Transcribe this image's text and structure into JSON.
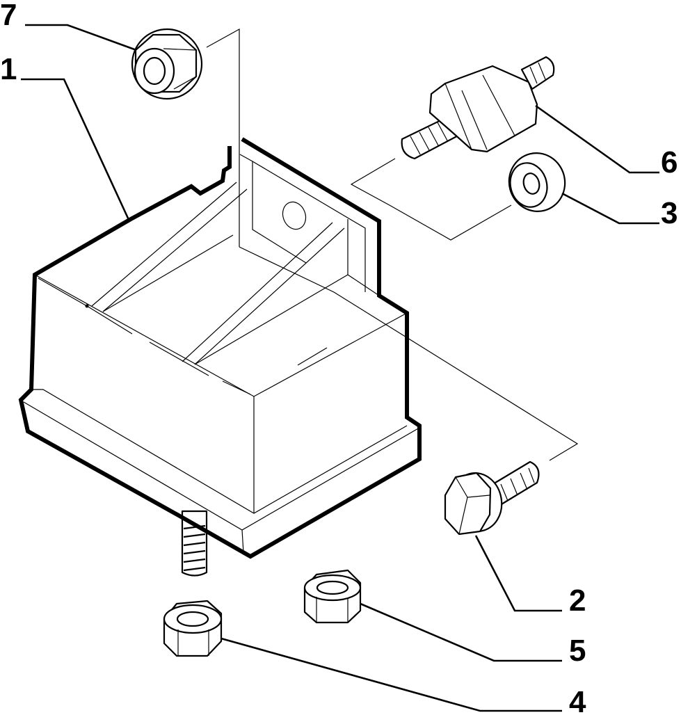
{
  "callouts": [
    {
      "id": "7",
      "label": "7"
    },
    {
      "id": "1",
      "label": "1"
    },
    {
      "id": "6",
      "label": "6"
    },
    {
      "id": "3",
      "label": "3"
    },
    {
      "id": "2",
      "label": "2"
    },
    {
      "id": "5",
      "label": "5"
    },
    {
      "id": "4",
      "label": "4"
    }
  ]
}
